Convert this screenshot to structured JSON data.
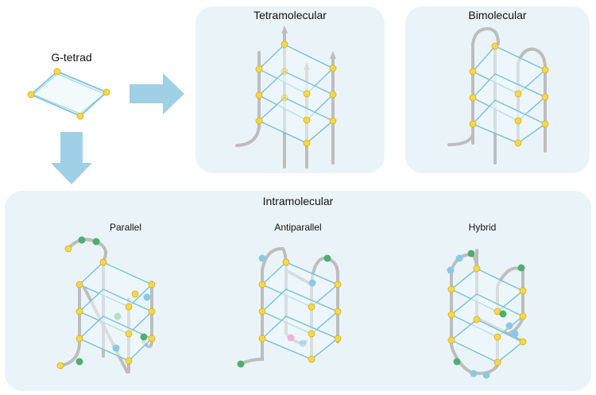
{
  "labels": {
    "g_tetrad": "G-tetrad",
    "tetramolecular": "Tetramolecular",
    "bimolecular": "Bimolecular",
    "intramolecular": "Intramolecular",
    "parallel": "Parallel",
    "antiparallel": "Antiparallel",
    "hybrid": "Hybrid"
  },
  "colors": {
    "panel_bg": "#eaf4f8",
    "arrow": "#9fd0e6",
    "strand": "#bdbdbd",
    "tetrad_edge": "#7ec3d6",
    "guanine": "#f7d84a",
    "guanine_stroke": "#d8ad1c",
    "loop_green": "#4fae6f",
    "loop_blue": "#8cc8e6",
    "loop_pink": "#e9b7d8"
  }
}
